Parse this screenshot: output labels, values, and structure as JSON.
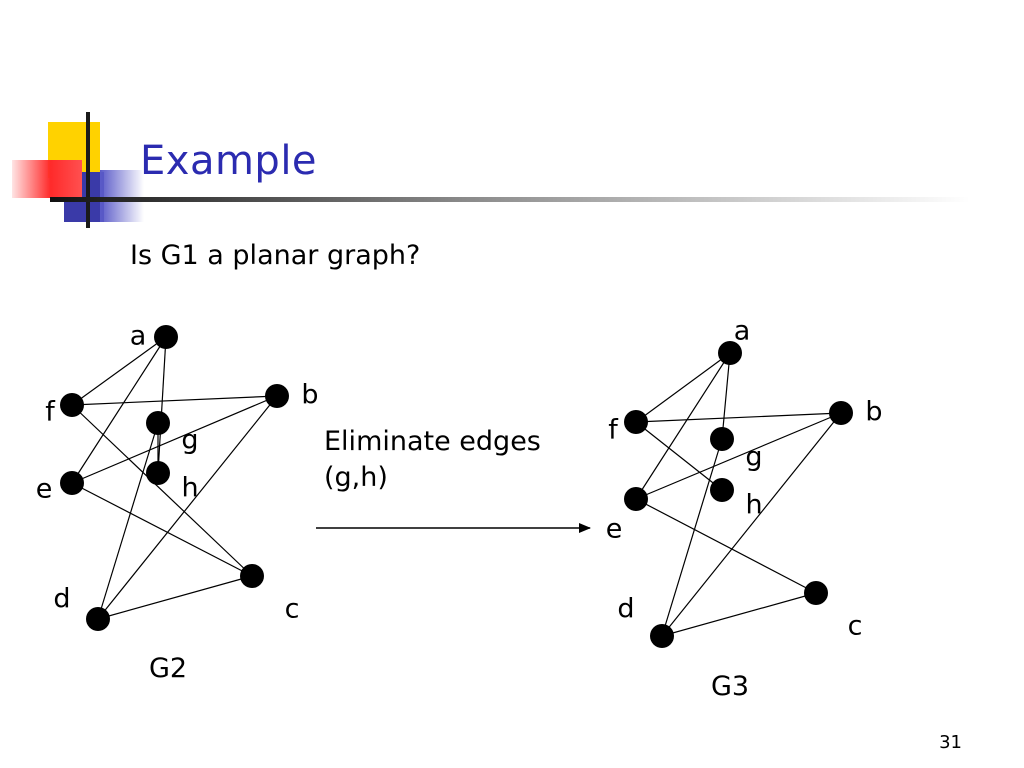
{
  "title": "Example",
  "question": "Is G1 a planar graph?",
  "note": {
    "line1": "Eliminate edges",
    "line2": "(g,h)"
  },
  "page_number": "31",
  "graphs": [
    {
      "caption": "G2",
      "vertices": [
        "a",
        "b",
        "c",
        "d",
        "e",
        "f",
        "g",
        "h"
      ],
      "edges": [
        [
          "a",
          "f"
        ],
        [
          "a",
          "e"
        ],
        [
          "a",
          "h"
        ],
        [
          "f",
          "b"
        ],
        [
          "f",
          "c"
        ],
        [
          "e",
          "b"
        ],
        [
          "e",
          "c"
        ],
        [
          "g",
          "d"
        ],
        [
          "g",
          "h"
        ],
        [
          "b",
          "d"
        ],
        [
          "d",
          "c"
        ]
      ]
    },
    {
      "caption": "G3",
      "vertices": [
        "a",
        "b",
        "c",
        "d",
        "e",
        "f",
        "g",
        "h"
      ],
      "edges": [
        [
          "a",
          "f"
        ],
        [
          "a",
          "e"
        ],
        [
          "a",
          "g"
        ],
        [
          "f",
          "b"
        ],
        [
          "f",
          "h"
        ],
        [
          "e",
          "b"
        ],
        [
          "e",
          "c"
        ],
        [
          "g",
          "d"
        ],
        [
          "b",
          "d"
        ],
        [
          "d",
          "c"
        ]
      ]
    }
  ]
}
